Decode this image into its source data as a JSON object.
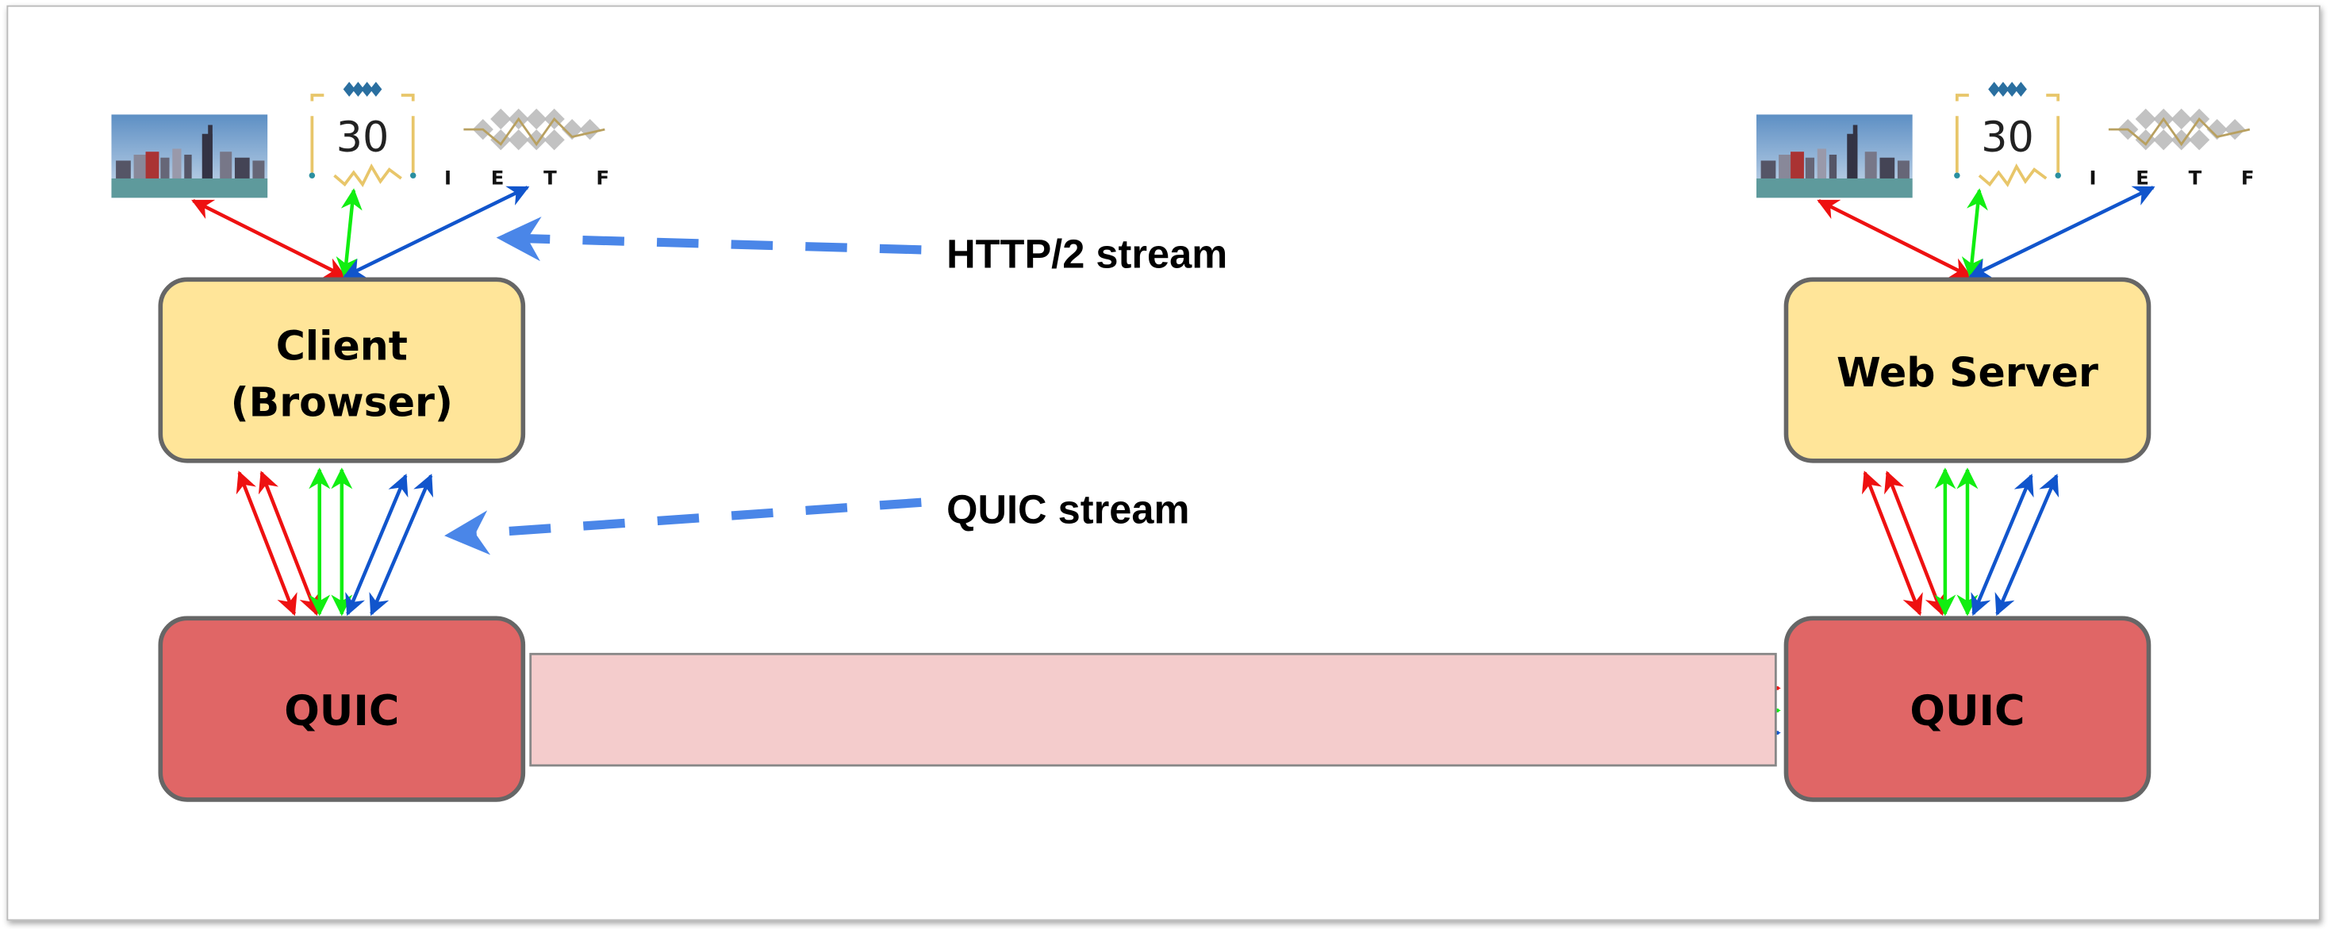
{
  "client": {
    "line1": "Client",
    "line2": "(Browser)",
    "quic": "QUIC"
  },
  "server": {
    "label": "Web Server",
    "quic": "QUIC"
  },
  "annotations": {
    "http2": "HTTP/2 stream",
    "quic": "QUIC stream"
  },
  "logos": {
    "ietf30_number": "30",
    "ietf_wordmark": "I E T F",
    "ietf30_badge": "IETF"
  },
  "colors": {
    "app_box": "#ffe599",
    "quic_box": "#e06666",
    "pipe": "#f4cccc",
    "stream_red": "#ee1111",
    "stream_green": "#11ee11",
    "stream_blue": "#1155cc",
    "annotation_arrow": "#4a86e8"
  }
}
